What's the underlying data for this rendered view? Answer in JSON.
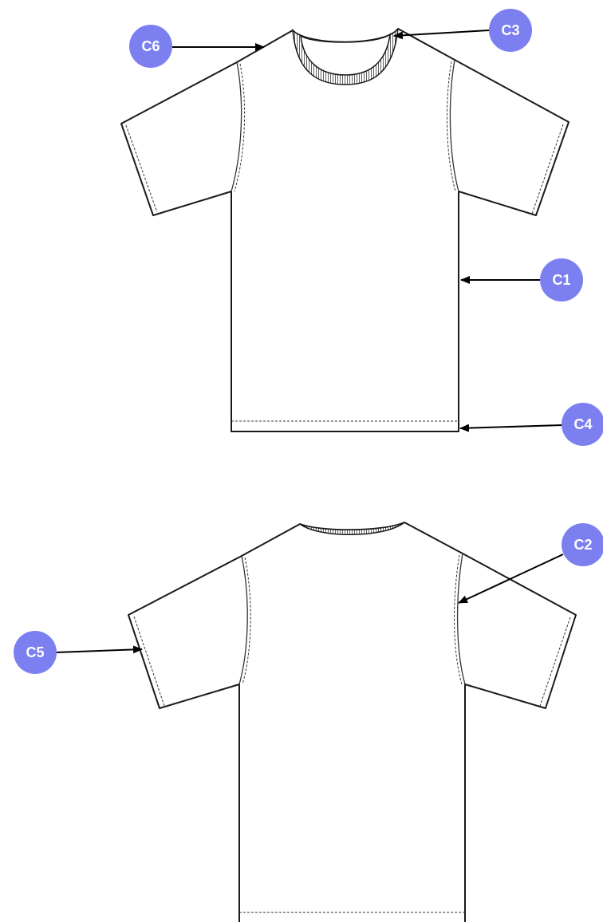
{
  "colors": {
    "badge_fill": "#7b7ff0",
    "badge_text": "#ffffff",
    "rib": "#3a3a3a",
    "outline": "#1a1a1a",
    "arrow": "#000000"
  },
  "callouts": {
    "c1": "C1",
    "c2": "C2",
    "c3": "C3",
    "c4": "C4",
    "c5": "C5",
    "c6": "C6"
  }
}
